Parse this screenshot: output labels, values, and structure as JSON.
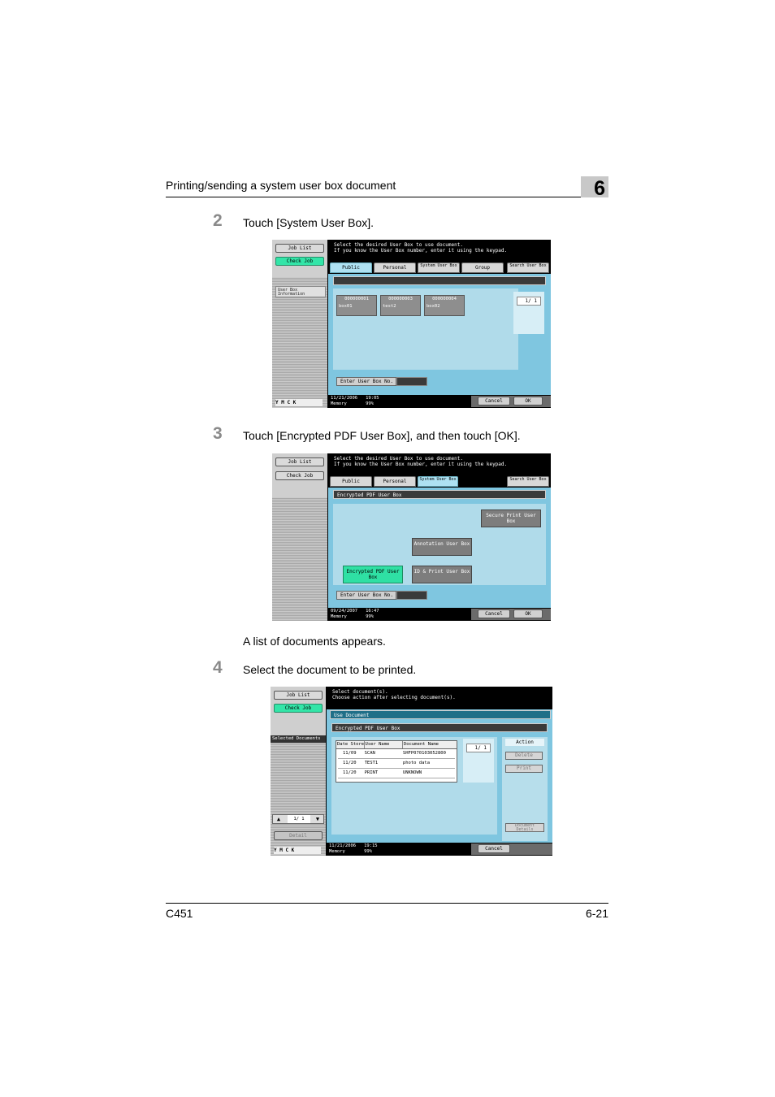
{
  "header": {
    "title": "Printing/sending a system user box document",
    "chapter": "6"
  },
  "steps": [
    {
      "num": "2",
      "text": "Touch [System User Box]."
    },
    {
      "num": "3",
      "text": "Touch [Encrypted PDF User Box], and then touch [OK]."
    },
    {
      "note": "A list of documents appears."
    },
    {
      "num": "4",
      "text": "Select the document to be printed."
    }
  ],
  "screen1": {
    "sidebar": {
      "job_list": "Job List",
      "check_job": "Check Job",
      "info": "User Box Information"
    },
    "message": [
      "Select the desired User Box to use document.",
      "If you know the User Box number, enter it using the keypad."
    ],
    "tabs": [
      "Public",
      "Personal",
      "System User Box",
      "Group",
      "Search User Box"
    ],
    "boxes": [
      {
        "number": "000000001",
        "name": "box01"
      },
      {
        "number": "000000003",
        "name": "test2"
      },
      {
        "number": "000000004",
        "name": "box02"
      }
    ],
    "page": "1/  1",
    "enter_label": "Enter User Box No.",
    "status": {
      "date": "11/21/2006",
      "time": "19:05",
      "memory_label": "Memory",
      "memory": "99%"
    },
    "cancel": "Cancel",
    "ok": "OK",
    "toner": "Y M C K"
  },
  "screen2": {
    "sidebar": {
      "job_list": "Job List",
      "check_job": "Check Job"
    },
    "message": [
      "Select the desired User Box to use document.",
      "If you know the User Box number, enter it using the keypad."
    ],
    "tabs": [
      "Public",
      "Personal",
      "System User Box",
      "Search User Box"
    ],
    "bar": "Encrypted PDF User Box",
    "buttons": {
      "secure_print": "Secure Print User Box",
      "annotation": "Annotation User Box",
      "encrypted_pdf": "Encrypted PDF User Box",
      "id_print": "ID & Print User Box"
    },
    "enter_label": "Enter User Box No.",
    "status": {
      "date": "09/24/2007",
      "time": "16:47",
      "memory_label": "Memory",
      "memory": "99%"
    },
    "cancel": "Cancel",
    "ok": "OK"
  },
  "screen3": {
    "sidebar": {
      "job_list": "Job List",
      "check_job": "Check Job",
      "selected": "Selected Documents",
      "page": "1/  1",
      "detail": "Detail"
    },
    "message": [
      "Select document(s).",
      "Choose action after selecting document(s)."
    ],
    "use_document": "Use Document",
    "bar": "Encrypted PDF User Box",
    "columns": [
      "Date Stored",
      "User Name",
      "Document Name"
    ],
    "rows": [
      {
        "date": "11/09",
        "user": "SCAN",
        "doc": "SHFP070103052800"
      },
      {
        "date": "11/20",
        "user": "TEST1",
        "doc": "photo data"
      },
      {
        "date": "11/20",
        "user": "PRINT",
        "doc": "UNKNOWN"
      }
    ],
    "page": "1/  1",
    "action": {
      "title": "Action",
      "delete": "Delete",
      "print": "Print",
      "details": "Document Details"
    },
    "status": {
      "date": "11/21/2006",
      "time": "19:15",
      "memory_label": "Memory",
      "memory": "99%"
    },
    "cancel": "Cancel",
    "toner": "Y M C K"
  },
  "footer": {
    "model": "C451",
    "page": "6-21"
  }
}
